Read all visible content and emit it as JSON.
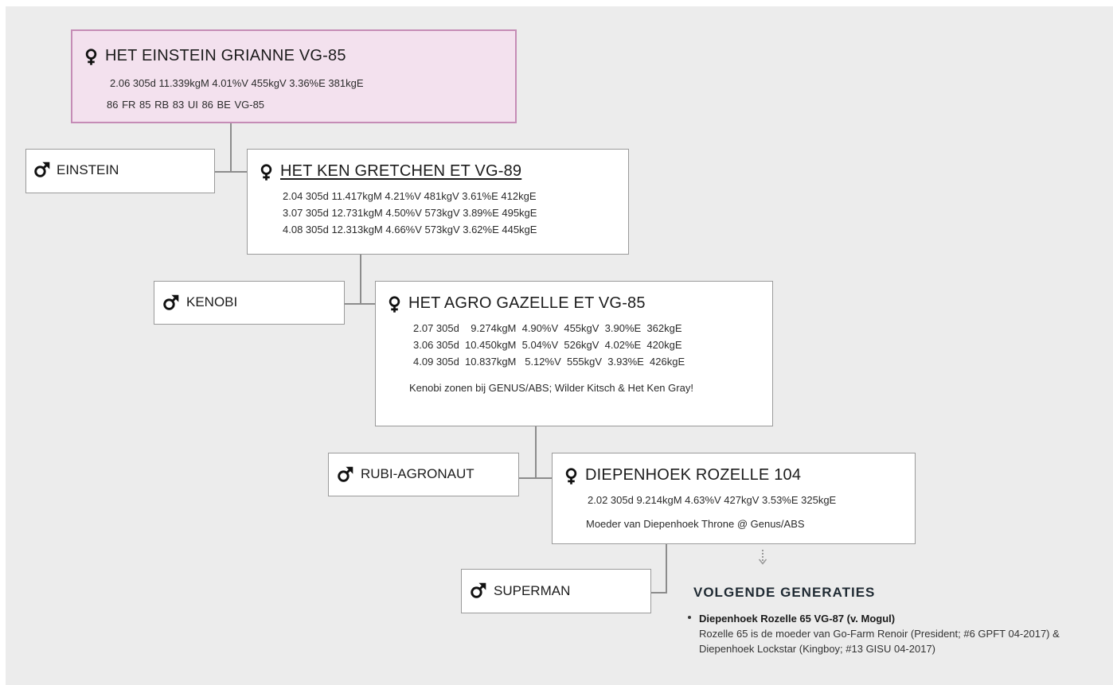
{
  "colors": {
    "background": "#ececec",
    "highlight_fill": "#f3e1ee",
    "highlight_border": "#c58cb6",
    "connector": "#8c8c8c"
  },
  "icons": {
    "female": "female-icon",
    "male": "male-icon",
    "arrow": "dotted-down-arrow-icon"
  },
  "cow0": {
    "name": "HET EINSTEIN GRIANNE VG-85",
    "stats": [
      "2.06 305d 11.339kgM 4.01%V 455kgV 3.36%E 381kgE"
    ],
    "scores": "86 FR  85 RB  83 UI  86 BE  VG-85"
  },
  "bull1": {
    "name": "EINSTEIN"
  },
  "cow1": {
    "name": "HET KEN GRETCHEN ET VG-89",
    "stats": [
      "2.04 305d  11.417kgM  4.21%V  481kgV  3.61%E  412kgE",
      "3.07 305d  12.731kgM  4.50%V  573kgV  3.89%E  495kgE",
      "4.08 305d  12.313kgM  4.66%V  573kgV  3.62%E  445kgE"
    ]
  },
  "bull2": {
    "name": "KENOBI"
  },
  "cow2": {
    "name": "HET AGRO GAZELLE ET VG-85",
    "stats": [
      "2.07 305d    9.274kgM  4.90%V  455kgV  3.90%E  362kgE",
      "3.06 305d  10.450kgM  5.04%V  526kgV  4.02%E  420kgE",
      "4.09 305d  10.837kgM   5.12%V  555kgV  3.93%E  426kgE"
    ],
    "note": "Kenobi zonen bij GENUS/ABS; Wilder Kitsch & Het Ken Gray!"
  },
  "bull3": {
    "name": "RUBI-AGRONAUT"
  },
  "cow3": {
    "name": "DIEPENHOEK ROZELLE 104",
    "stats": [
      "2.02 305d 9.214kgM 4.63%V 427kgV 3.53%E 325kgE"
    ],
    "note": "Moeder van Diepenhoek Throne @ Genus/ABS"
  },
  "bull4": {
    "name": "SUPERMAN"
  },
  "next": {
    "heading": "VOLGENDE GENERATIES",
    "items": [
      {
        "title": "Diepenhoek Rozelle 65 VG-87 (v. Mogul)",
        "desc": "Rozelle 65 is de moeder van Go-Farm Renoir (President; #6 GPFT 04-2017) & Diepenhoek Lockstar (Kingboy; #13 GISU 04-2017)"
      }
    ]
  }
}
